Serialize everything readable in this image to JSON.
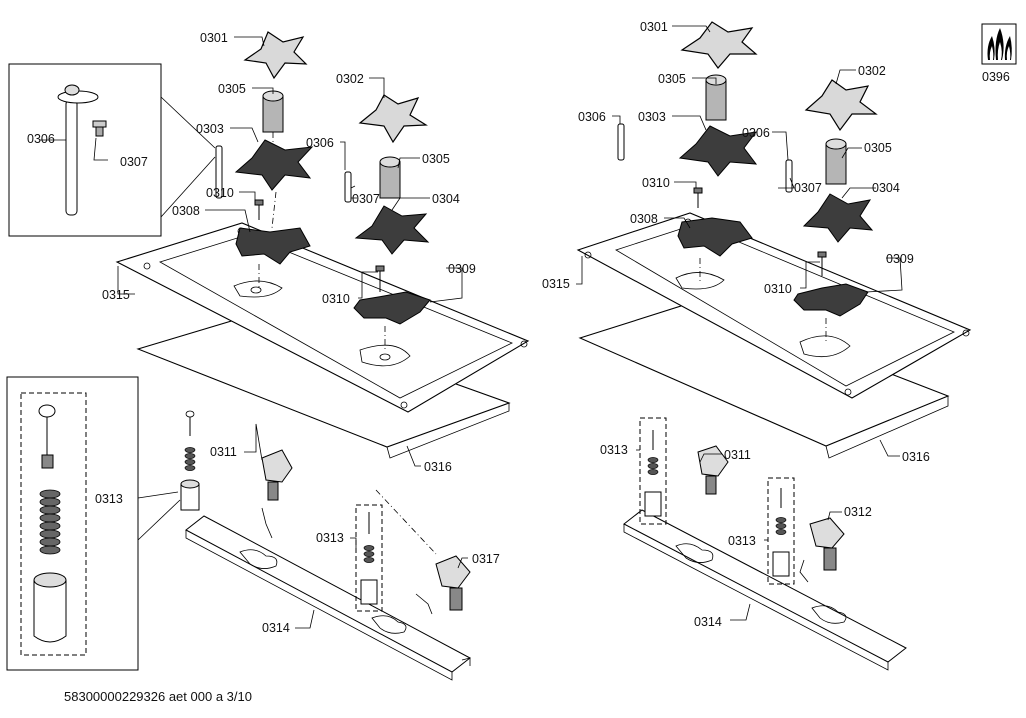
{
  "callouts": {
    "c0301": "0301",
    "c0302": "0302",
    "c0303": "0303",
    "c0304": "0304",
    "c0305": "0305",
    "c0306": "0306",
    "c0307": "0307",
    "c0308": "0308",
    "c0309": "0309",
    "c0310": "0310",
    "c0311": "0311",
    "c0312": "0312",
    "c0313": "0313",
    "c0314": "0314",
    "c0315": "0315",
    "c0316": "0316",
    "c0317": "0317",
    "c0396": "0396"
  },
  "footer": {
    "document_id": "58300000229326 aet 000 a 3/10"
  }
}
